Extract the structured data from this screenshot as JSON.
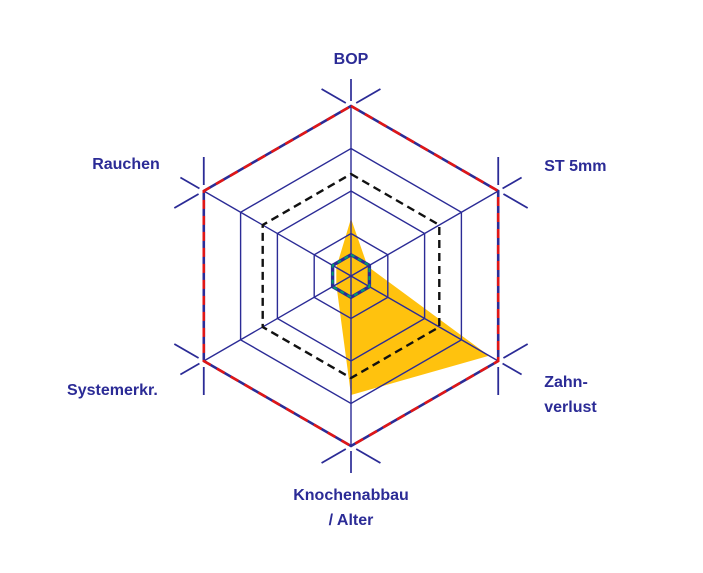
{
  "figure": {
    "background": "#ffffff"
  },
  "chart_data": {
    "type": "radar",
    "title": "",
    "axes": [
      {
        "id": "bop",
        "label_lines": [
          "BOP"
        ]
      },
      {
        "id": "st-5mm",
        "label_lines": [
          "ST 5mm"
        ]
      },
      {
        "id": "zahnverlust",
        "label_lines": [
          "Zahn-",
          "verlust"
        ]
      },
      {
        "id": "knochenabbau-alter",
        "label_lines": [
          "Knochenabbau",
          "/ Alter"
        ]
      },
      {
        "id": "systemerkr",
        "label_lines": [
          "Systemerkr."
        ]
      },
      {
        "id": "rauchen",
        "label_lines": [
          "Rauchen"
        ]
      }
    ],
    "scale": {
      "min": 0,
      "max": 4,
      "rings": 4,
      "grid": true
    },
    "series": [
      {
        "id": "yellow-area",
        "style": "filled",
        "color": "#ffc20e",
        "values": [
          1.35,
          0.45,
          3.75,
          2.8,
          0.4,
          0.4
        ]
      },
      {
        "id": "outer-ring-red-dashed",
        "style": "dashed-over-solid",
        "color": "#e01616",
        "underlay_color": "#2b2b96",
        "values": [
          4,
          4,
          4,
          4,
          4,
          4
        ]
      },
      {
        "id": "mid-black-dashed",
        "style": "dashed",
        "color": "#111111",
        "values": [
          2.4,
          2.4,
          2.4,
          2.4,
          2.4,
          2.4
        ]
      },
      {
        "id": "center-navy",
        "style": "solid-thick",
        "color": "#2b2b96",
        "values": [
          0.5,
          0.5,
          0.5,
          0.5,
          0.5,
          0.5
        ]
      },
      {
        "id": "center-green-dashed",
        "style": "dashed-thin",
        "color": "#009f6b",
        "values": [
          0.5,
          0.5,
          0.5,
          0.5,
          0.5,
          0.5
        ]
      }
    ],
    "grid_color": "#2b2b96",
    "label_color": "#2b2b96",
    "legend": "none"
  }
}
